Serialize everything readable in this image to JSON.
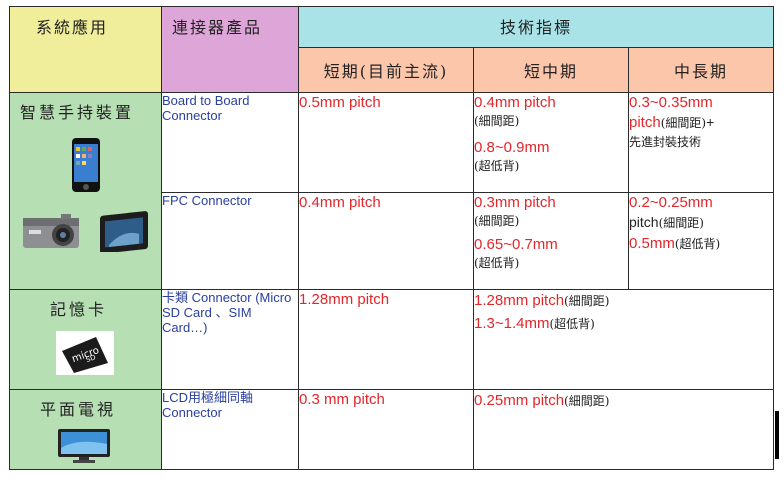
{
  "header": {
    "app": "系統應用",
    "product": "連接器產品",
    "tech": "技術指標",
    "short": "短期(目前主流)",
    "mid": "短中期",
    "long": "中長期"
  },
  "rows": [
    {
      "app": "智慧手持裝置",
      "product": "Board to Board Connector",
      "short": "0.5mm pitch",
      "mid_a": "0.4mm pitch",
      "mid_a_note": "(細間距)",
      "mid_b": "0.8~0.9mm",
      "mid_b_note": "(超低背)",
      "long_a": "0.3~0.35mm",
      "long_b": "pitch",
      "long_b_note": "(細間距)",
      "long_b_plus": "+",
      "long_c": "先進封裝技術"
    },
    {
      "product": "FPC Connector",
      "short": "0.4mm pitch",
      "mid_a": "0.3mm pitch",
      "mid_a_note": "(細間距)",
      "mid_b": "0.65~0.7mm",
      "mid_b_note": "(超低背)",
      "long_a": "0.2~0.25mm",
      "long_b": "pitch",
      "long_b_note": "(細間距)",
      "long_c": "0.5mm",
      "long_c_note": "(超低背)"
    },
    {
      "app": "記憶卡",
      "product": "卡類 Connector (Micro SD Card 、SIM Card…)",
      "short": "1.28mm pitch",
      "mid_a": "1.28mm pitch",
      "mid_a_note": "(細間距)",
      "mid_b": "1.3~1.4mm",
      "mid_b_note": "(超低背)"
    },
    {
      "app": "平面電視",
      "product": "LCD用極細同軸 Connector",
      "short": "0.3 mm pitch",
      "mid_a": "0.25mm pitch",
      "mid_a_note": "(細間距)"
    }
  ],
  "icons": {
    "phone": "smartphone-icon",
    "camera": "digital-camera-icon",
    "tablet": "tablet-device-icon",
    "microsd": "microsd-card-icon",
    "tv": "flat-tv-icon"
  },
  "colors": {
    "app_column": "#b7dfb4",
    "header_app": "#f0ee9a",
    "header_product": "#dea6d8",
    "header_tech": "#a9e3e8",
    "header_terms": "#fbc6aa",
    "value_red": "#e3262a",
    "product_blue": "#2a3f9e"
  }
}
